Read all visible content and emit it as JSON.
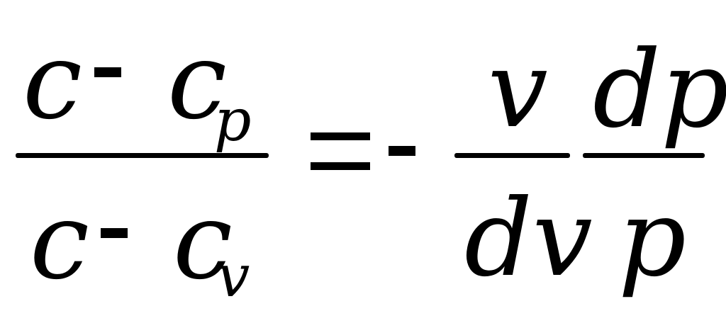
{
  "equation": {
    "lhs": {
      "numerator": {
        "term1": "c",
        "operator": "-",
        "term2": "c",
        "term2_subscript": "p"
      },
      "denominator": {
        "term1": "c",
        "operator": "-",
        "term2": "c",
        "term2_subscript": "v"
      }
    },
    "equals": "=",
    "sign": "-",
    "rhs_fraction1": {
      "numerator": "v",
      "denominator": "dv"
    },
    "rhs_fraction2": {
      "numerator": "dp",
      "denominator": "p"
    }
  }
}
